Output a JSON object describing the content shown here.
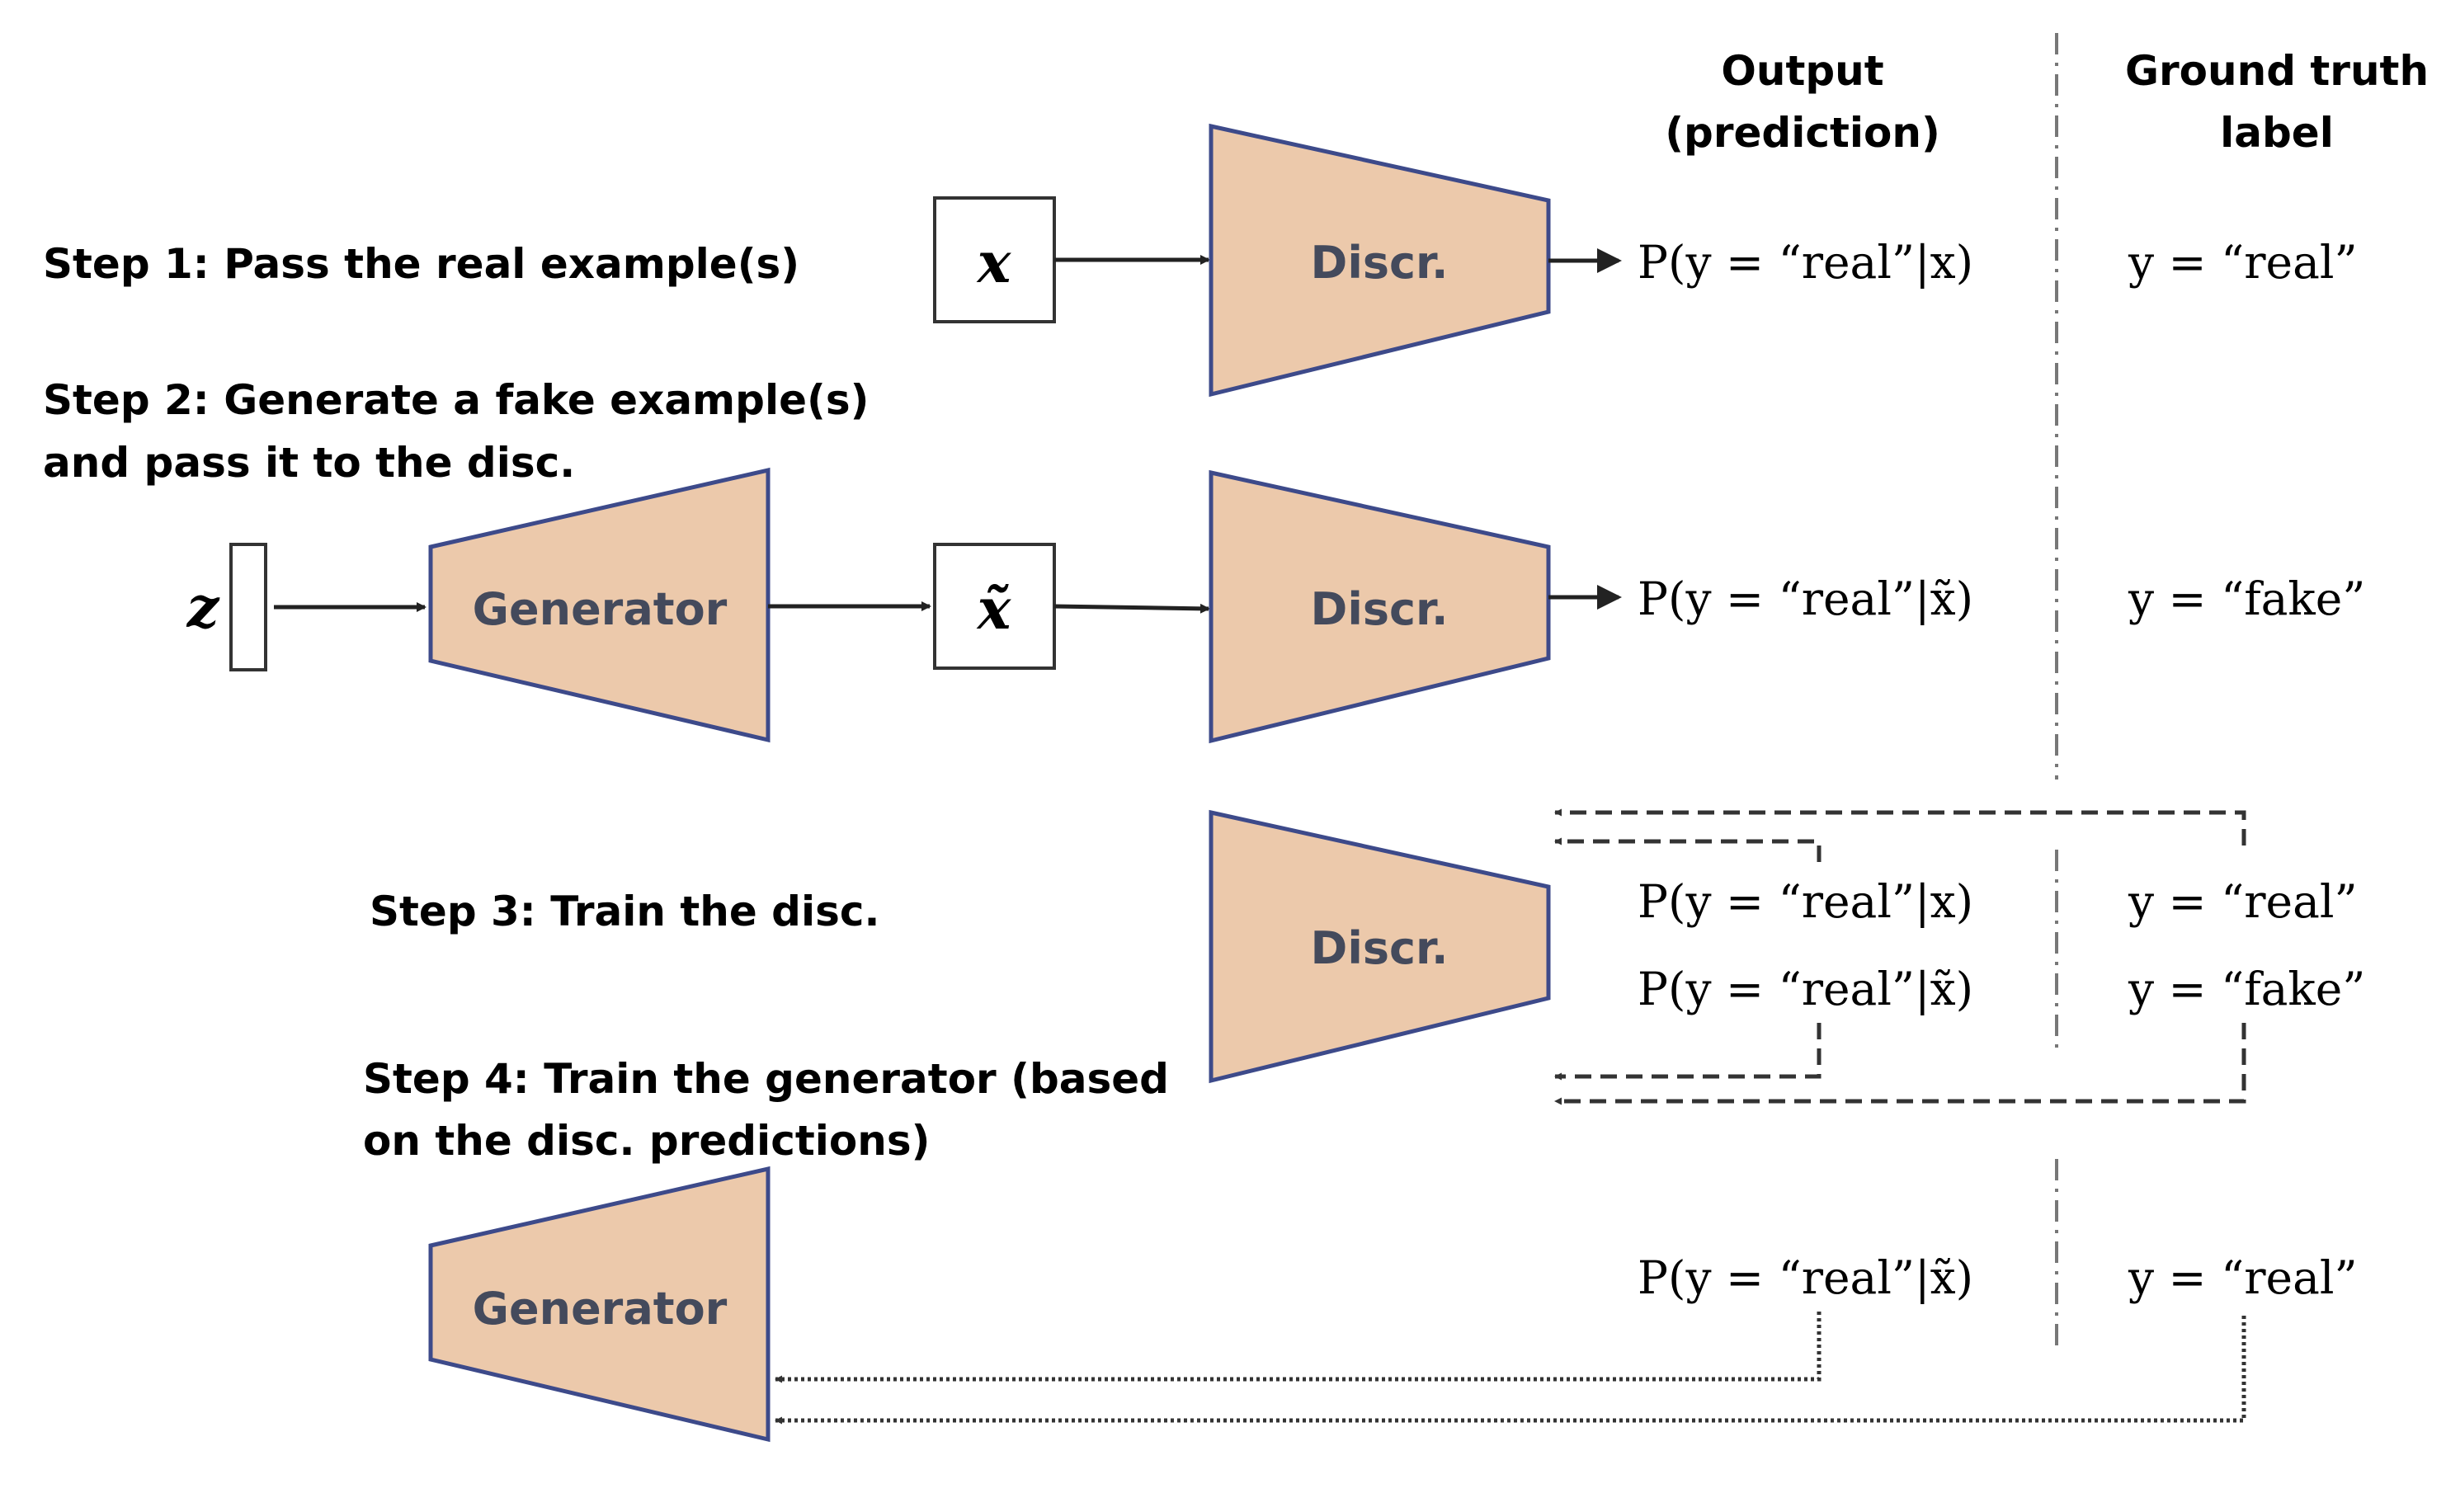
{
  "headers": {
    "output_line1": "Output",
    "output_line2": "(prediction)",
    "truth_line1": "Ground truth",
    "truth_line2": "label"
  },
  "steps": {
    "step1": "Step 1: Pass the real example(s)",
    "step2_line1": "Step 2: Generate a fake example(s)",
    "step2_line2": "and pass it to the disc.",
    "step3": "Step 3: Train the disc.",
    "step4_line1": "Step 4: Train the generator (based",
    "step4_line2": "on  the disc. predictions)"
  },
  "blocks": {
    "discriminator": "Discr.",
    "generator": "Generator"
  },
  "variables": {
    "real_input": "x",
    "fake_input": "x̃",
    "noise": "z"
  },
  "predictions": {
    "real": "P(y = “real”|x)",
    "fake": "P(y = “real”|x̃)"
  },
  "labels": {
    "real": "y = “real”",
    "fake": "y = “fake”"
  }
}
